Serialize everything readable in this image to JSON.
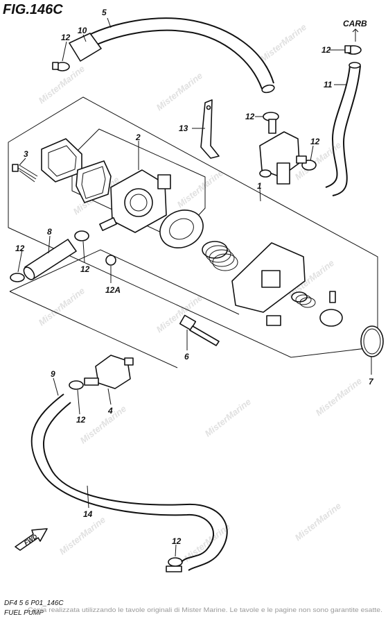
{
  "figure": {
    "title": "FIG.146C",
    "footer_code": "DF4 5 6 P01_146C",
    "footer_name": "FUEL PUMP"
  },
  "callouts": {
    "p1": "1",
    "p2": "2",
    "p3": "3",
    "p4": "4",
    "p5": "5",
    "p6": "6",
    "p7": "7",
    "p8": "8",
    "p9": "9",
    "p10": "10",
    "p11": "11",
    "p12": "12",
    "p12a": "12A",
    "p13": "13",
    "p14": "14"
  },
  "labels": {
    "carb": "CARB",
    "fwd": "FWD"
  },
  "watermark": {
    "text": "MisterMarine",
    "notice": "Copia realizzata utilizzando le tavole originali di Mister Marine. Le tavole e le pagine non sono garantite esatte."
  }
}
